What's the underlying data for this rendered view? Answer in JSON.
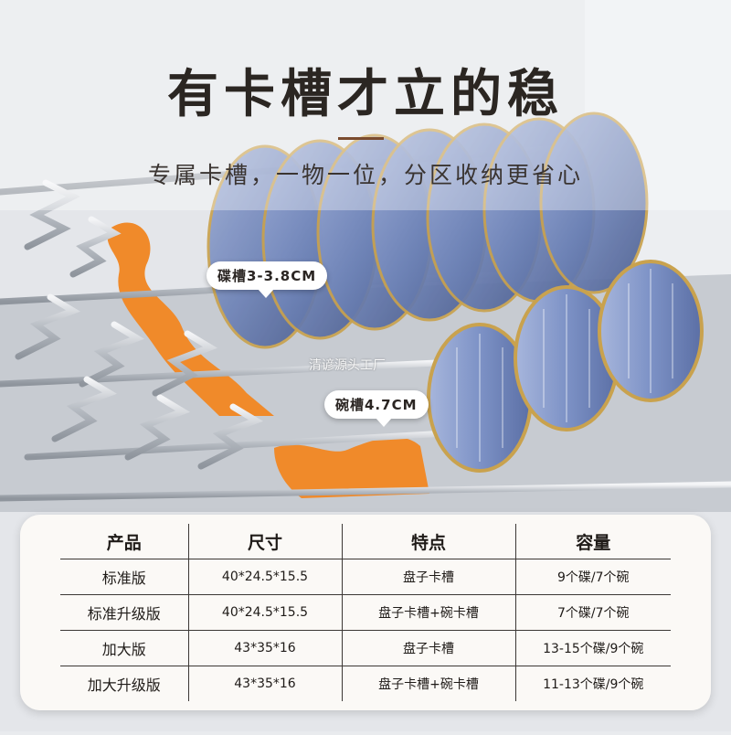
{
  "headline": {
    "title": "有卡槽才立的稳",
    "subtitle": "专属卡槽，一物一位，分区收纳更省心"
  },
  "callouts": {
    "plate_slot": "碟槽3-3.8CM",
    "bowl_slot": "碗槽4.7CM"
  },
  "watermark": "清谚源头工厂",
  "colors": {
    "slot_highlight": "#f08a2a",
    "plate_blue": "#6f84b8",
    "gold_rim": "#c9a24e",
    "title_text": "#2b2622",
    "accent_rule": "#7a4b2e"
  },
  "spec_table": {
    "headers": [
      "产品",
      "尺寸",
      "特点",
      "容量"
    ],
    "rows": [
      [
        "标准版",
        "40*24.5*15.5",
        "盘子卡槽",
        "9个碟/7个碗"
      ],
      [
        "标准升级版",
        "40*24.5*15.5",
        "盘子卡槽+碗卡槽",
        "7个碟/7个碗"
      ],
      [
        "加大版",
        "43*35*16",
        "盘子卡槽",
        "13-15个碟/9个碗"
      ],
      [
        "加大升级版",
        "43*35*16",
        "盘子卡槽+碗卡槽",
        "11-13个碟/9个碗"
      ]
    ]
  }
}
